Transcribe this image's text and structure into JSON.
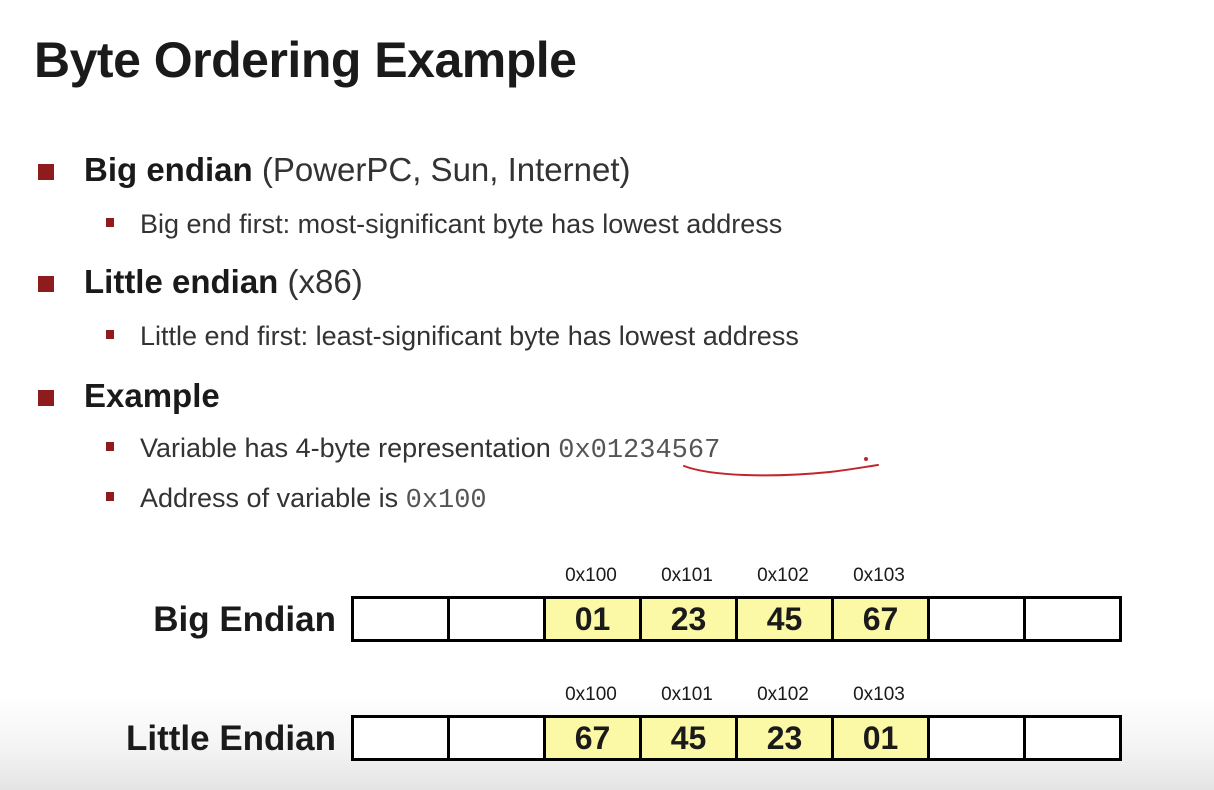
{
  "title": "Byte Ordering Example",
  "bullets": [
    {
      "head": "Big endian",
      "rest": " (PowerPC, Sun, Internet)",
      "sub": [
        "Big end first: most-significant byte has lowest address"
      ]
    },
    {
      "head": "Little endian",
      "rest": " (x86)",
      "sub": [
        "Little end first: least-significant byte has lowest address"
      ]
    },
    {
      "head": "Example",
      "rest": "",
      "sub": [
        "Variable has 4-byte representation ",
        "Address of variable is "
      ]
    }
  ],
  "example_value": "0x01234567",
  "example_address": "0x100",
  "addresses": [
    "0x100",
    "0x101",
    "0x102",
    "0x103"
  ],
  "big_endian": {
    "label": "Big Endian",
    "bytes": [
      "",
      "",
      "01",
      "23",
      "45",
      "67",
      "",
      ""
    ]
  },
  "little_endian": {
    "label": "Little Endian",
    "bytes": [
      "",
      "",
      "67",
      "45",
      "23",
      "01",
      "",
      ""
    ]
  },
  "colors": {
    "bullet": "#8e1b1d",
    "highlight": "#fbf8a6",
    "annotation": "#c0262b"
  }
}
